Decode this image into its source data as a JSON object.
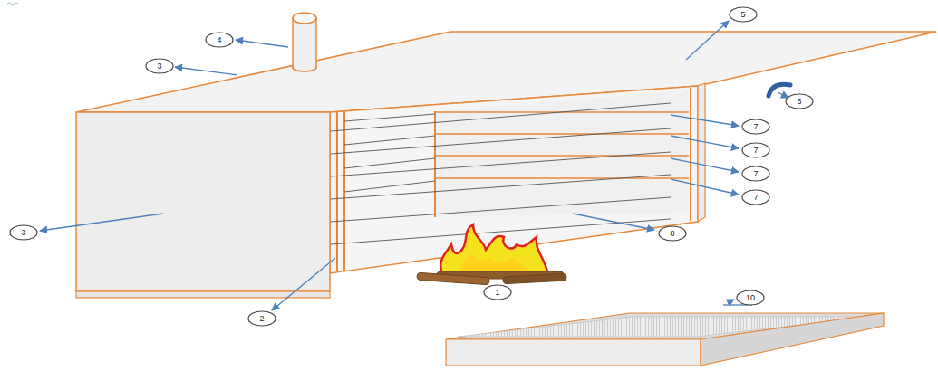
{
  "diagram": {
    "nodes": [
      {
        "text": [
          "4"
        ]
      },
      {
        "text": [
          "5"
        ]
      },
      {
        "text": [
          "3"
        ]
      },
      {
        "text": [
          "6"
        ]
      },
      {
        "text": [
          "7"
        ]
      },
      {
        "text": [
          "7"
        ]
      },
      {
        "text": [
          "7"
        ]
      },
      {
        "text": [
          "7"
        ]
      },
      {
        "text": [
          "3"
        ]
      },
      {
        "text": [
          "8"
        ]
      },
      {
        "text": [
          "1"
        ]
      },
      {
        "text": [
          "2"
        ]
      },
      {
        "text": [
          "10"
        ]
      }
    ]
  }
}
